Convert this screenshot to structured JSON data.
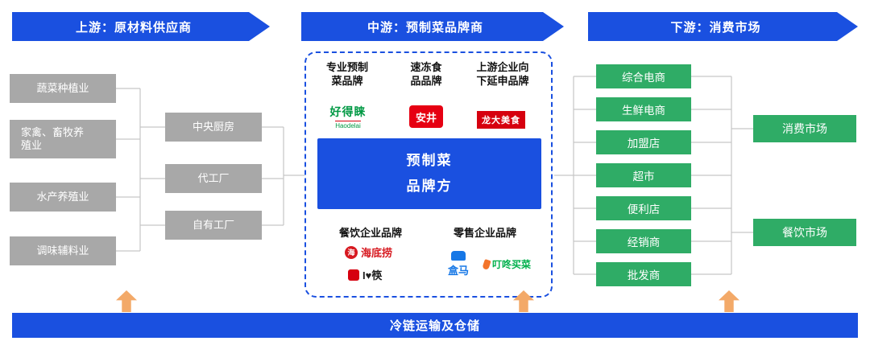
{
  "colors": {
    "blue": "#1a50e0",
    "gray": "#a8a8a8",
    "green": "#2fac66",
    "orange": "#f3a968",
    "brand_red": "#d6000f"
  },
  "banners": {
    "upstream": "上游：原材料供应商",
    "midstream": "中游：预制菜品牌商",
    "downstream": "下游：消费市场"
  },
  "upstream": {
    "materials": [
      {
        "label": "蔬菜种植业"
      },
      {
        "label": "家禽、畜牧养\n殖业"
      },
      {
        "label": "水产养殖业"
      },
      {
        "label": "调味辅料业"
      }
    ],
    "processors": [
      {
        "label": "中央厨房"
      },
      {
        "label": "代工厂"
      },
      {
        "label": "自有工厂"
      }
    ]
  },
  "midstream": {
    "center_label": "预制菜\n品牌方",
    "top_categories": [
      {
        "label": "专业预制\n菜品牌",
        "brand": {
          "name": "好得睐",
          "sub": "Haodelai"
        }
      },
      {
        "label": "速冻食\n品品牌",
        "brand": {
          "name": "安井"
        }
      },
      {
        "label": "上游企业向\n下延申品牌",
        "brand": {
          "name": "龙大美食"
        }
      }
    ],
    "bottom_categories": [
      {
        "label": "餐饮企业品牌",
        "brands": [
          {
            "name": "海底捞",
            "icon_char": "海"
          },
          {
            "name": "I♥筷"
          }
        ]
      },
      {
        "label": "零售企业品牌",
        "brands": [
          {
            "name": "盒马"
          },
          {
            "name": "叮咚买菜"
          }
        ]
      }
    ]
  },
  "downstream": {
    "channels": [
      {
        "label": "综合电商"
      },
      {
        "label": "生鲜电商"
      },
      {
        "label": "加盟店"
      },
      {
        "label": "超市"
      },
      {
        "label": "便利店"
      },
      {
        "label": "经销商"
      },
      {
        "label": "批发商"
      }
    ],
    "markets": [
      {
        "label": "消费市场"
      },
      {
        "label": "餐饮市场"
      }
    ]
  },
  "bottom_banner": {
    "label": "冷链运输及仓储"
  }
}
